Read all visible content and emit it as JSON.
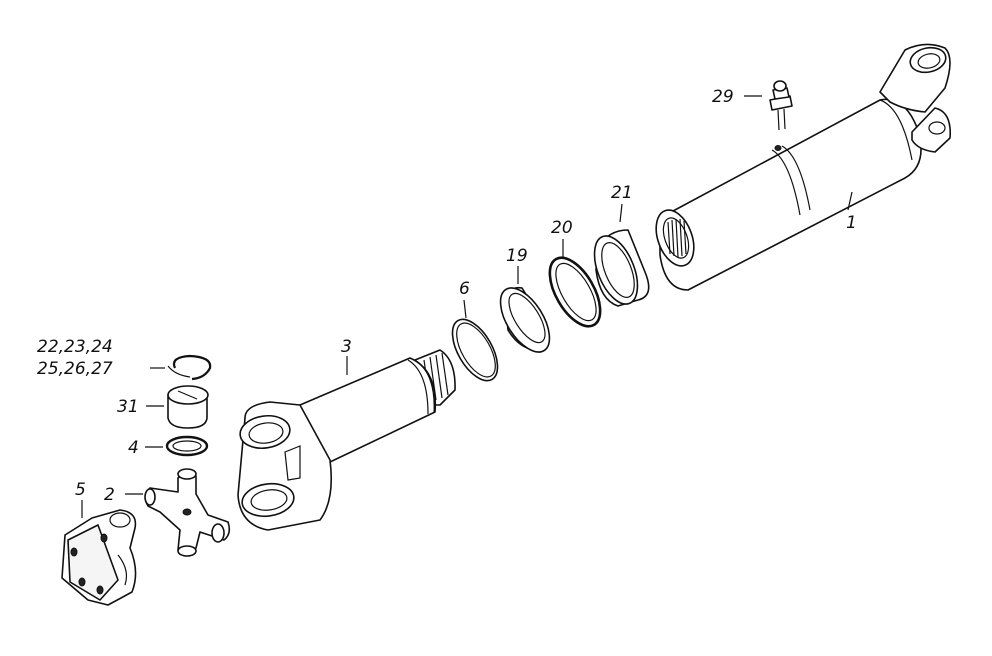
{
  "labels": {
    "p1": "1",
    "p2": "2",
    "p3": "3",
    "p4": "4",
    "p5": "5",
    "p6": "6",
    "p19": "19",
    "p20": "20",
    "p21": "21",
    "p29": "29",
    "p31": "31",
    "p22": "22,23,24",
    "p25": "25,26,27"
  }
}
